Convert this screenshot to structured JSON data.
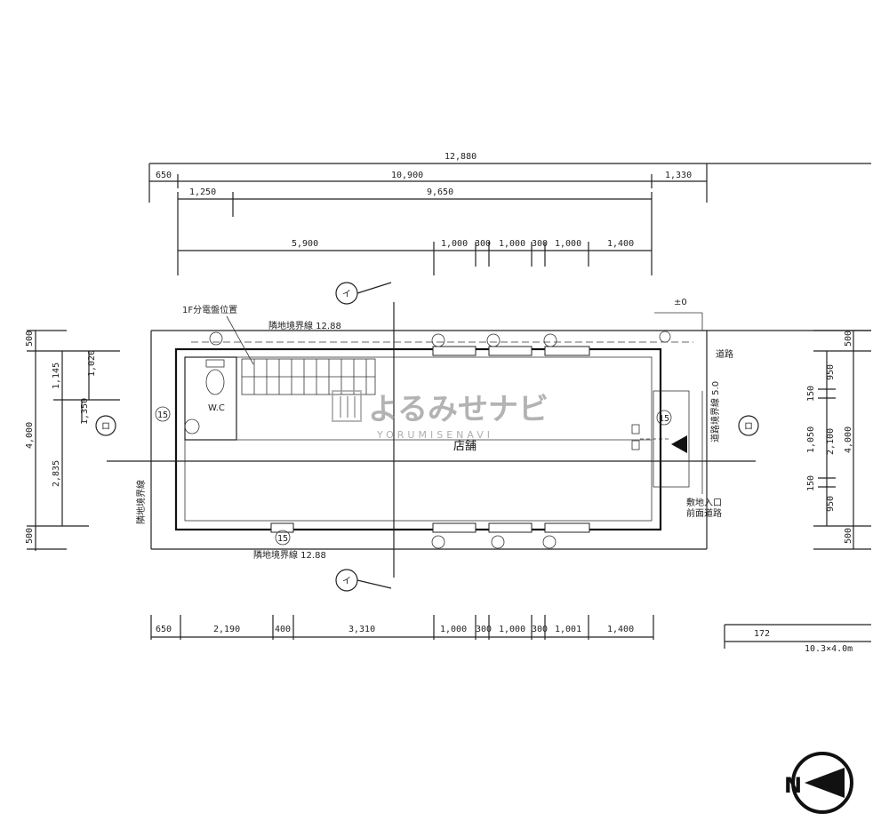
{
  "dims_top": {
    "overall": "12,880",
    "row2": [
      "650",
      "10,900",
      "1,330"
    ],
    "row3": [
      "1,250",
      "9,650"
    ],
    "row4": [
      "5,900",
      "1,000",
      "300",
      "1,000",
      "300",
      "1,000",
      "1,400"
    ]
  },
  "dims_bottom": [
    "650",
    "2,190",
    "400",
    "3,310",
    "1,000",
    "300",
    "1,000",
    "300",
    "1,001",
    "1,400"
  ],
  "dims_left": [
    "500",
    "1,145",
    "1,020",
    "4,000",
    "1,350",
    "2,835",
    "500"
  ],
  "dims_right": [
    "500",
    "950",
    "150",
    "4,000",
    "2,100",
    "1,050",
    "150",
    "950",
    "500"
  ],
  "labels": {
    "section_mark": "イ",
    "grid_mark": "ロ",
    "circle_mark_15": "15",
    "label_1f": "1F分電盤位置",
    "shop": "店舗",
    "wc": "W.C",
    "top_boundary": "隣地境界線 12.88",
    "bottom_boundary": "隣地境界線 12.88",
    "left_note": "隣地境界線",
    "right_note": "道路境界線 5.0",
    "right_note2": "道路",
    "entrance_note": "敷地入口",
    "road_note": "前面道路",
    "level": "±0",
    "table_head": "172",
    "table_row": "10.3×4.0m"
  },
  "watermark": {
    "main": "よるみせナビ",
    "sub": "YORUMISENAVI"
  },
  "compass": {
    "letter": "N"
  }
}
